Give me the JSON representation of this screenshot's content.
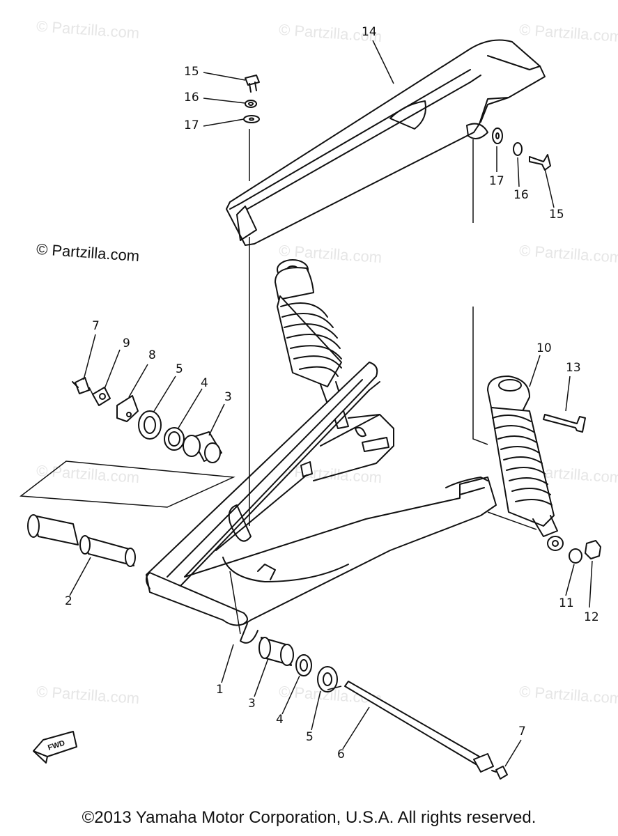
{
  "watermark": {
    "text": "© Partzilla.com",
    "highlighted": "© Partzilla.com",
    "color": "#e6e6e6"
  },
  "copyright": "©2013 Yamaha Motor Corporation, U.S.A. All rights reserved.",
  "fwd_marker": "FWD",
  "callouts": {
    "c1": "1",
    "c2": "2",
    "c3a": "3",
    "c3b": "3",
    "c4a": "4",
    "c4b": "4",
    "c5a": "5",
    "c5b": "5",
    "c6": "6",
    "c7a": "7",
    "c7b": "7",
    "c8": "8",
    "c9": "9",
    "c10": "10",
    "c11": "11",
    "c12": "12",
    "c13": "13",
    "c14": "14",
    "c15a": "15",
    "c15b": "15",
    "c16a": "16",
    "c16b": "16",
    "c17a": "17",
    "c17b": "17"
  }
}
